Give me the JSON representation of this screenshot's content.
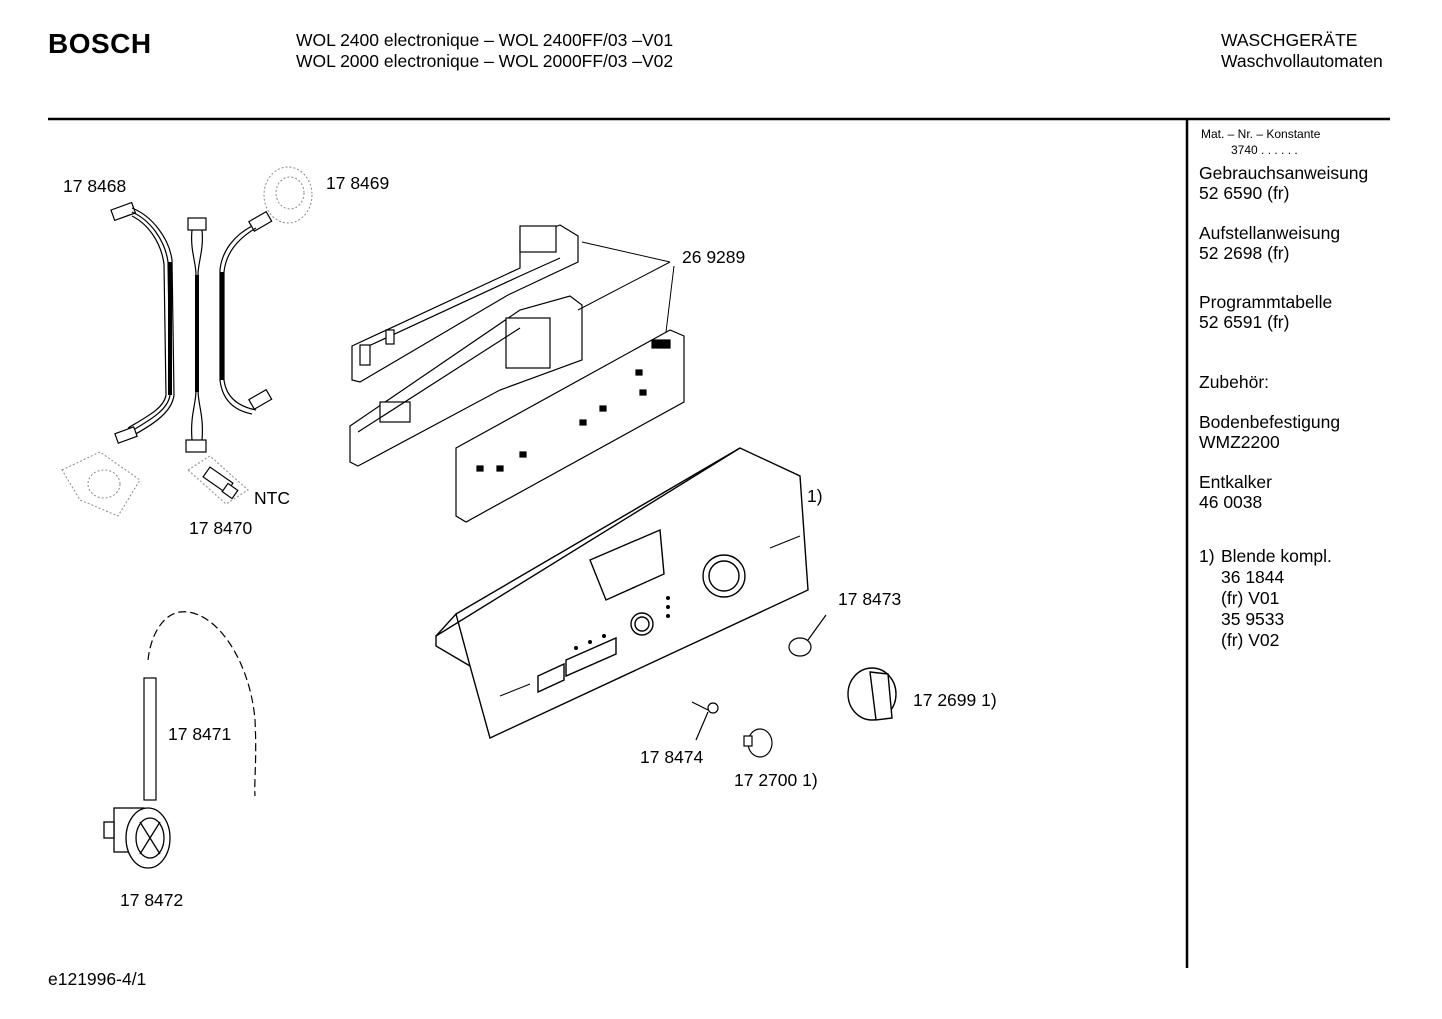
{
  "header": {
    "brand": "BOSCH",
    "model_lines": [
      "WOL 2400 electronique   – WOL 2400FF/03 –V01",
      "WOL 2000 electronique   –  WOL  2000FF/03 –V02"
    ],
    "category": "WASCHGERÄTE",
    "subcategory": "Waschvollautomaten"
  },
  "sidebar": {
    "mat_header": "Mat. – Nr. – Konstante",
    "mat_value": "3740  .  .    .  .  .  .",
    "docs": [
      {
        "title": "Gebrauchsanweisung",
        "number": "52 6590 (fr)"
      },
      {
        "title": "Aufstellanweisung",
        "number": "52 2698 (fr)"
      },
      {
        "title": "Programmtabelle",
        "number": "52 6591 (fr)"
      }
    ],
    "zubehoer_label": "Zubehör:",
    "accessories": [
      {
        "title": "Bodenbefestigung",
        "number": "WMZ2200"
      },
      {
        "title": "Entkalker",
        "number": "46 0038"
      }
    ],
    "footnote": {
      "marker": "1)",
      "title": "Blende kompl.",
      "lines": [
        "36 1844",
        "(fr) V01",
        "35 9533",
        "(fr) V02"
      ]
    }
  },
  "parts": {
    "p178468": "17 8468",
    "p178469": "17 8469",
    "p269289": "26 9289",
    "ntc": "NTC",
    "p178470": "17 8470",
    "footnote_marker": "1)",
    "p178473": "17 8473",
    "p1726991": "17 2699 1)",
    "p178471": "17 8471",
    "p178474": "17 8474",
    "p1727001": "17 2700 1)",
    "p178472": "17 8472"
  },
  "footer": {
    "doc_id": "e121996-4/1"
  }
}
